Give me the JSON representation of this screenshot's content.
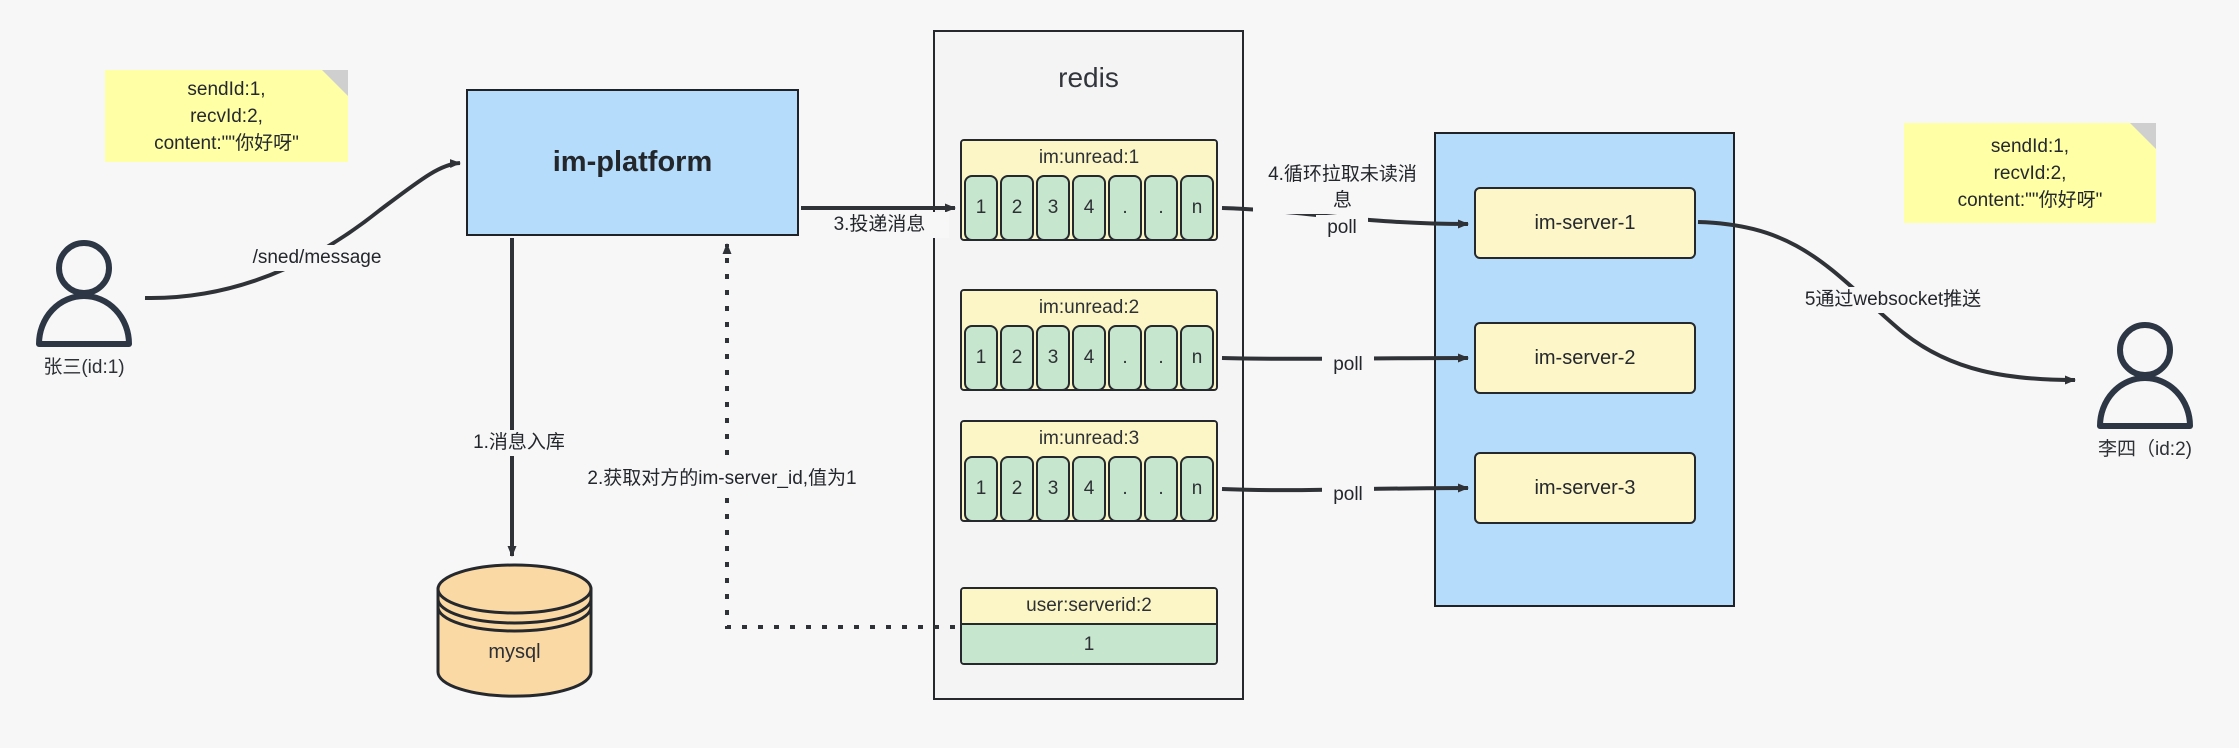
{
  "diagram": {
    "title": "IM message delivery architecture",
    "colors": {
      "note": "#ffffa6",
      "blue": "#b5dcfa",
      "green_cell": "#c7e6ce",
      "yellow_key": "#fcf6c6",
      "mysql": "#fbd9a5",
      "stroke": "#25282c",
      "background": "#f7f7f7"
    }
  },
  "notes": {
    "left": "sendId:1,\nrecvId:2,\ncontent:\"\"你好呀\"",
    "right": "sendId:1,\nrecvId:2,\ncontent:\"\"你好呀\""
  },
  "actors": {
    "sender": "张三(id:1)",
    "receiver": "李四（id:2)"
  },
  "nodes": {
    "platform": "im-platform",
    "redis": "redis",
    "mysql": "mysql",
    "servers": [
      "im-server-1",
      "im-server-2",
      "im-server-3"
    ]
  },
  "redis_keys": [
    {
      "key": "im:unread:1",
      "cells": [
        "1",
        "2",
        "3",
        "4",
        ".",
        ".",
        "n"
      ]
    },
    {
      "key": "im:unread:2",
      "cells": [
        "1",
        "2",
        "3",
        "4",
        ".",
        ".",
        "n"
      ]
    },
    {
      "key": "im:unread:3",
      "cells": [
        "1",
        "2",
        "3",
        "4",
        ".",
        ".",
        "n"
      ]
    },
    {
      "key": "user:serverid:2",
      "value": "1"
    }
  ],
  "edges": {
    "send_message": "/sned/message",
    "step1": "1.消息入库",
    "step2": "2.获取对方的im-server_id,值为1",
    "step3": "3.投递消息",
    "step4": "4.循环拉取未读消\n息",
    "step5": "5通过websocket推送",
    "poll1": "poll",
    "poll2": "poll",
    "poll3": "poll"
  }
}
